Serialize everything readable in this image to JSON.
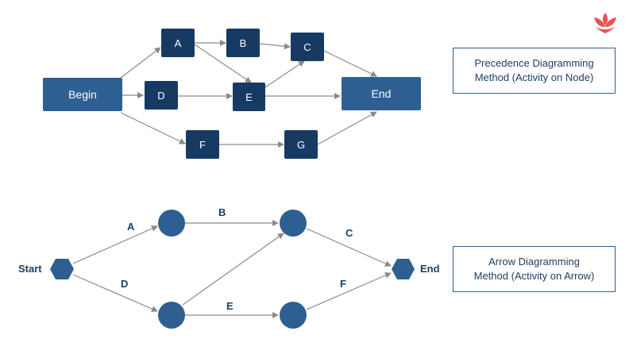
{
  "precedence": {
    "nodes": {
      "begin": "Begin",
      "a": "A",
      "b": "B",
      "c": "C",
      "d": "D",
      "e": "E",
      "f": "F",
      "g": "G",
      "end": "End"
    },
    "title_line1": "Precedence Diagramming",
    "title_line2": "Method (Activity on Node)"
  },
  "arrow": {
    "start_label": "Start",
    "end_label": "End",
    "activities": {
      "a": "A",
      "b": "B",
      "c": "C",
      "d": "D",
      "e": "E",
      "f": "F"
    },
    "title_line1": "Arrow Diagramming",
    "title_line2": "Method (Activity on Arrow)"
  },
  "colors": {
    "node_dark": "#173a63",
    "node_mid": "#2e5f93",
    "arrow": "#8a8a8a",
    "logo": "#e8524f"
  },
  "logo_icon": "lotus-logo-icon"
}
